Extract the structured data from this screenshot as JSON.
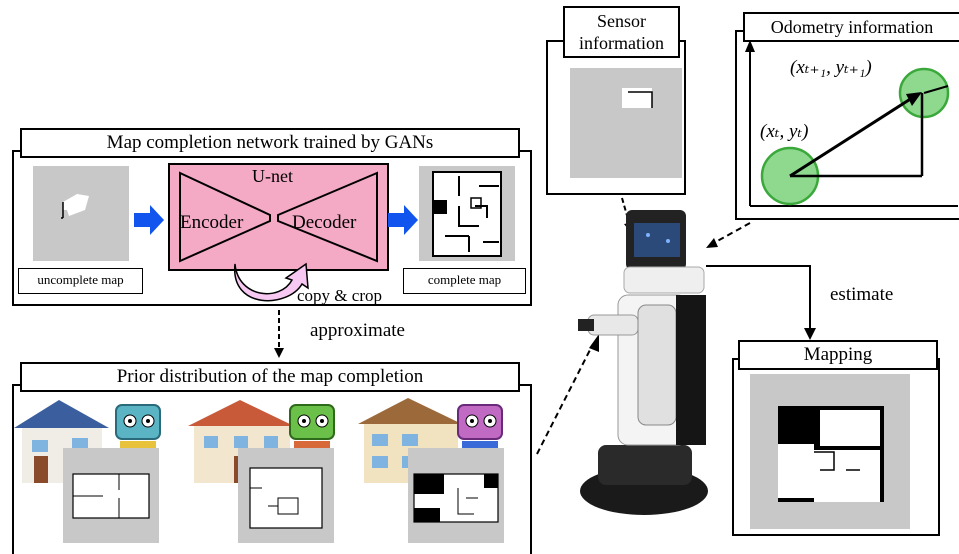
{
  "map_completion": {
    "title": "Map completion network trained by GANs",
    "unet_label": "U-net",
    "encoder_label": "Encoder",
    "decoder_label": "Decoder",
    "copy_crop_label": "copy & crop",
    "input_caption": "uncomplete map",
    "output_caption": "complete map"
  },
  "approximate_label": "approximate",
  "prior": {
    "title": "Prior distribution of the map completion"
  },
  "sensor": {
    "title_line1": "Sensor",
    "title_line2": "information"
  },
  "odometry": {
    "title": "Odometry information",
    "pos_t": "(xₜ, yₜ)",
    "pos_t1": "(xₜ₊₁, yₜ₊₁)"
  },
  "estimate_label": "estimate",
  "mapping": {
    "title": "Mapping"
  },
  "colors": {
    "blue_arrow": "#1155ee",
    "unet_fill": "#f4a9c4",
    "odometry_circle": "#8fd98f",
    "map_gray": "#c8c8c8"
  }
}
